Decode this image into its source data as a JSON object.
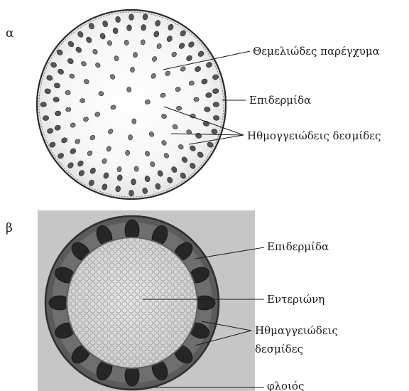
{
  "panel_a": {
    "letter": "α",
    "labels": {
      "ground_tissue": "Θεμελιώδες παρέγχυμα",
      "epidermis": "Επιδερμίδα",
      "vascular_bundles": "Ηθμογγειώδεις δεσμίδες"
    }
  },
  "panel_b": {
    "letter": "β",
    "labels": {
      "epidermis": "Επιδερμίδα",
      "pith": "Εντεριώνη",
      "vascular_line1": "Ηθμαγγειώδεις",
      "vascular_line2": "δεσμίδες",
      "cortex": "φλοιός"
    }
  },
  "colors": {
    "ink": "#1a1a1a",
    "photo_background": "#c6c6c6",
    "ring": "#4a4a4a",
    "bundle_dark": "#262626",
    "pith": "#dedede"
  }
}
